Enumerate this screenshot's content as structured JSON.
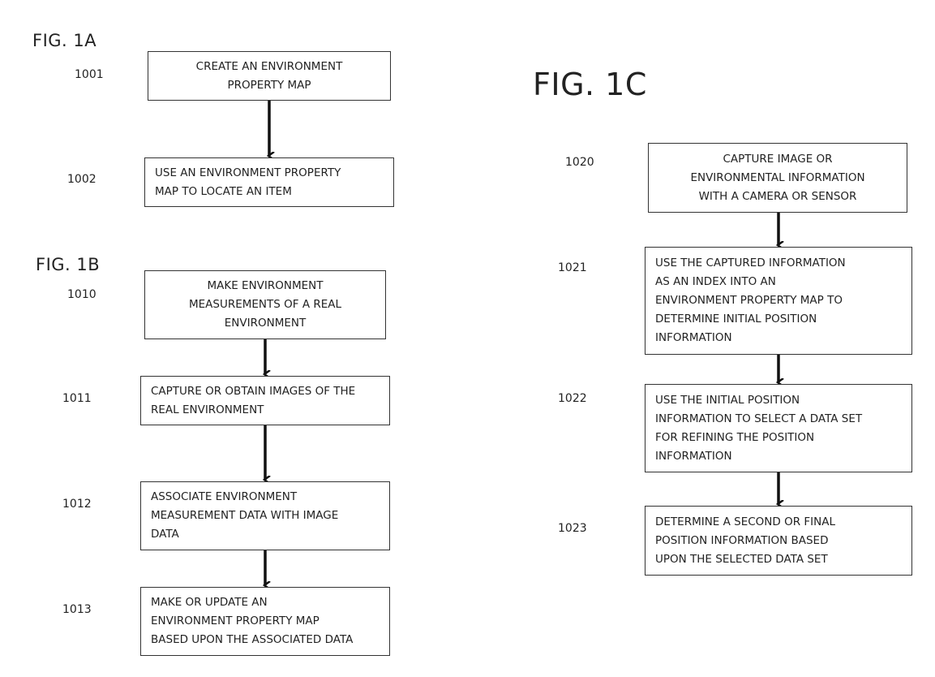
{
  "figures": [
    {
      "title": "FIG. 1A",
      "steps": [
        {
          "ref": "1001",
          "lines": [
            "CREATE AN ENVIRONMENT",
            "PROPERTY MAP"
          ]
        },
        {
          "ref": "1002",
          "lines": [
            "USE AN ENVIRONMENT PROPERTY",
            "MAP TO LOCATE AN ITEM"
          ]
        }
      ]
    },
    {
      "title": "FIG. 1B",
      "steps": [
        {
          "ref": "1010",
          "lines": [
            "MAKE ENVIRONMENT",
            "MEASUREMENTS OF A REAL",
            "ENVIRONMENT"
          ]
        },
        {
          "ref": "1011",
          "lines": [
            "CAPTURE OR OBTAIN IMAGES OF THE",
            "REAL ENVIRONMENT"
          ]
        },
        {
          "ref": "1012",
          "lines": [
            "ASSOCIATE ENVIRONMENT",
            "MEASUREMENT DATA WITH IMAGE",
            "DATA"
          ]
        },
        {
          "ref": "1013",
          "lines": [
            "MAKE OR UPDATE AN",
            "ENVIRONMENT PROPERTY MAP",
            "BASED UPON THE ASSOCIATED DATA"
          ]
        }
      ]
    },
    {
      "title": "FIG. 1C",
      "steps": [
        {
          "ref": "1020",
          "lines": [
            "CAPTURE IMAGE OR",
            "ENVIRONMENTAL INFORMATION",
            "WITH A CAMERA OR SENSOR"
          ]
        },
        {
          "ref": "1021",
          "lines": [
            "USE THE CAPTURED INFORMATION",
            "AS AN INDEX INTO AN",
            "ENVIRONMENT PROPERTY MAP TO",
            "DETERMINE INITIAL POSITION",
            "INFORMATION"
          ]
        },
        {
          "ref": "1022",
          "lines": [
            "USE THE INITIAL POSITION",
            "INFORMATION TO SELECT A DATA SET",
            "FOR REFINING THE POSITION",
            "INFORMATION"
          ]
        },
        {
          "ref": "1023",
          "lines": [
            "DETERMINE A SECOND OR FINAL",
            "POSITION INFORMATION BASED",
            "UPON THE SELECTED DATA SET"
          ]
        }
      ]
    }
  ]
}
